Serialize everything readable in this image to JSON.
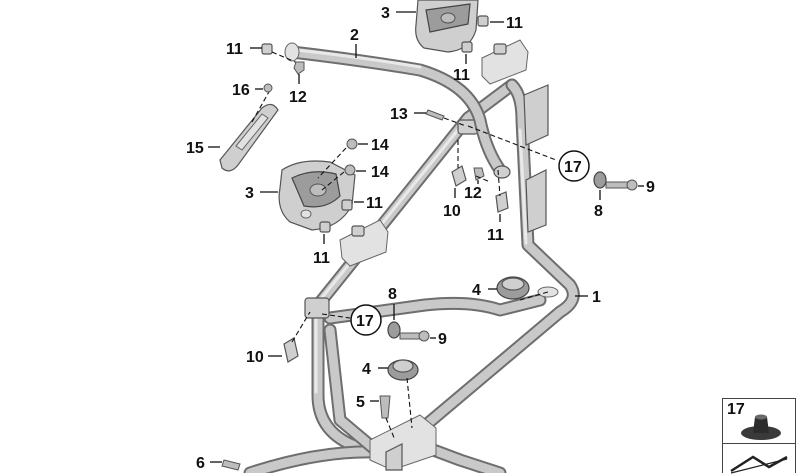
{
  "diagram": {
    "callouts": {
      "c1": "1",
      "c2": "2",
      "c3a": "3",
      "c3b": "3",
      "c4a": "4",
      "c4b": "4",
      "c5": "5",
      "c6": "6",
      "c8a": "8",
      "c8b": "8",
      "c9a": "9",
      "c9b": "9",
      "c10a": "10",
      "c10b": "10",
      "c11a": "11",
      "c11b": "11",
      "c11c": "11",
      "c11d": "11",
      "c11e": "11",
      "c11f": "11",
      "c12a": "12",
      "c12b": "12",
      "c13": "13",
      "c14a": "14",
      "c14b": "14",
      "c15": "15",
      "c16": "16",
      "c17a": "17",
      "c17b": "17"
    },
    "legend": {
      "part_number": "17"
    }
  },
  "colors": {
    "tube": "#c9c9c9",
    "outline": "#555555",
    "text": "#111111"
  }
}
